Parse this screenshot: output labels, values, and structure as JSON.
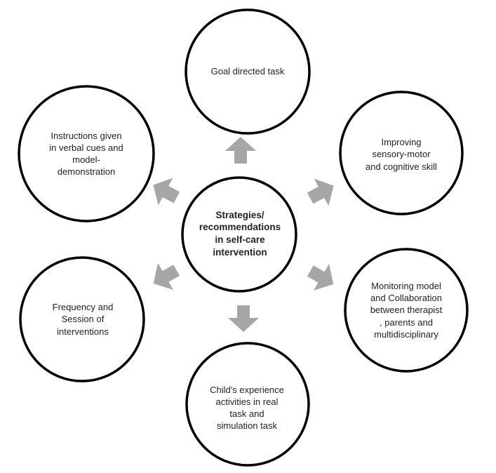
{
  "diagram": {
    "center": {
      "lines": [
        "Strategies/",
        "recommendations",
        "in self-care",
        "intervention"
      ]
    },
    "nodes": [
      {
        "id": "top",
        "lines": [
          "Goal directed task"
        ]
      },
      {
        "id": "top-right",
        "lines": [
          "Improving",
          "sensory-motor",
          "and cognitive skill"
        ]
      },
      {
        "id": "bottom-right",
        "lines": [
          "Monitoring model",
          "and Collaboration",
          "between therapist",
          ", parents and",
          "multidisciplinary"
        ]
      },
      {
        "id": "bottom",
        "lines": [
          "Child's experience",
          "activities in real",
          "task and",
          "simulation task"
        ]
      },
      {
        "id": "bottom-left",
        "lines": [
          "Frequency and",
          "Session of",
          "interventions"
        ]
      },
      {
        "id": "top-left",
        "lines": [
          "Instructions given",
          "in verbal cues and",
          "model-",
          "demonstration"
        ]
      }
    ],
    "colors": {
      "circle_stroke": "#000000",
      "circle_fill": "#ffffff",
      "arrow_fill": "#a6a6a6",
      "text": "#222222"
    }
  }
}
